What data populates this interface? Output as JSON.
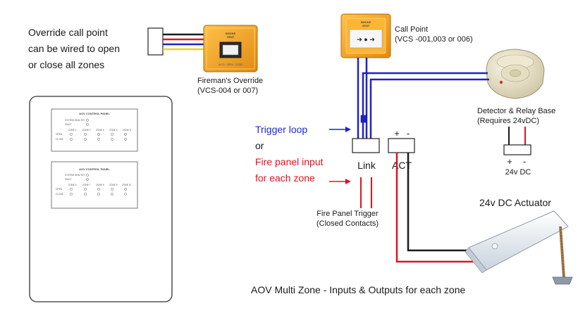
{
  "notes": {
    "override_line1": "Override call point",
    "override_line2": "can be wired to open",
    "override_line3": "or close all zones",
    "trigger_loop": "Trigger loop",
    "or": "or",
    "fire_input_line1": "Fire panel input",
    "fire_input_line2": "for each zone"
  },
  "devices": {
    "firemans_override": {
      "label": "Fireman's Override",
      "sub": "(VCS-004 or 007)",
      "face_line1": "SMOKE",
      "face_line2": "VENT",
      "footer": "AUTO · OPEN · CLOSE"
    },
    "call_point": {
      "label": "Call Point",
      "sub": "(VCS -001,003 or 006)",
      "face_line1": "SMOKE",
      "face_line2": "VENT",
      "arrows": "➜ ● ➜"
    },
    "detector": {
      "label": "Detector & Relay Base",
      "sub": "(Requires 24vDC)"
    },
    "supply": {
      "plus": "+",
      "minus": "-",
      "label": "24v DC"
    },
    "actuator": {
      "label": "24v DC Actuator"
    },
    "fire_panel_trigger": {
      "label": "Fire Panel Trigger",
      "sub": "(Closed Contacts)"
    }
  },
  "terminals": {
    "link": "Link",
    "act": "ACT",
    "act_plus": "+",
    "act_minus": "-"
  },
  "panel": {
    "upper_title": "AOV CONTROL PANEL",
    "lower_title": "AOV CONTROL PANEL",
    "system_healthy": "SYSTEM HEALTHY",
    "fault": "FAULT",
    "upper_zones": [
      "ZONE 1",
      "ZONE 2",
      "ZONE 3",
      "ZONE 4",
      "ZONE 5"
    ],
    "lower_zones": [
      "ZONE 6",
      "ZONE 7",
      "ZONE 8",
      "ZONE 9",
      "ZONE 10"
    ],
    "open": "OPEN",
    "close": "CLOSE"
  },
  "caption": "AOV Multi Zone - Inputs & Outputs for each zone",
  "colors": {
    "blue_wire": "#1f22c8",
    "red_wire": "#e0141e",
    "black_wire": "#1a1a1a",
    "yellow_wire": "#f2d21b",
    "call_point_body": "#f4a020",
    "trigger_text": "#1f2ad0",
    "fire_text": "#e0141e"
  }
}
